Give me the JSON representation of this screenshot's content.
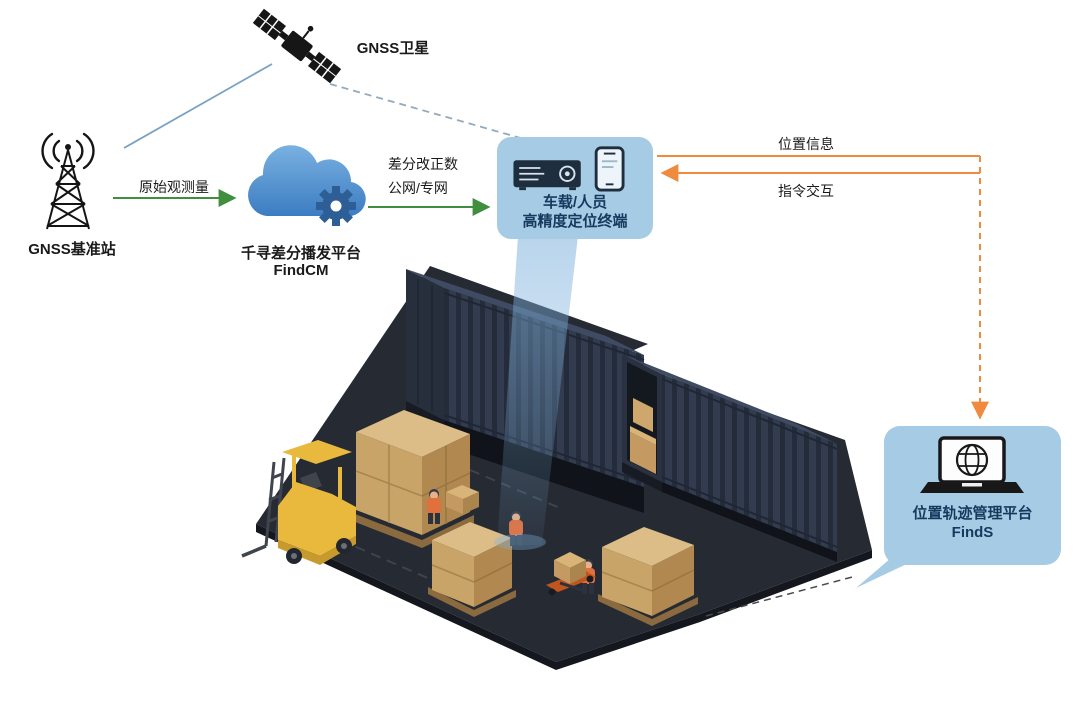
{
  "nodes": {
    "satellite": {
      "label": "GNSS卫星"
    },
    "base_station": {
      "label": "GNSS基准站"
    },
    "find_cm": {
      "line1": "千寻差分播发平台",
      "line2": "FindCM"
    },
    "terminal": {
      "line1": "车载/人员",
      "line2": "高精度定位终端"
    },
    "find_s": {
      "line1": "位置轨迹管理平台",
      "line2": "FindS"
    }
  },
  "edges": {
    "raw_observation": {
      "label": "原始观测量"
    },
    "differential_correction": {
      "line1": "差分改正数",
      "line2": "公网/专网"
    },
    "position_info": {
      "label": "位置信息"
    },
    "command_interaction": {
      "label": "指令交互"
    }
  },
  "colors": {
    "arrow_green": "#3f8f3f",
    "arrow_orange": "#ef8a3e",
    "link_blue": "#7aa2c2",
    "bubble_bg": "#a6cbe4",
    "bubble_text": "#16395e",
    "cloud_blue": "#3c7cc2",
    "gear_blue": "#2d5e95",
    "beam_blue": "#7fb2dd",
    "floor_dark": "#262a33",
    "container_navy": "#323c4e",
    "carton_tan": "#c9a468",
    "forklift_yellow": "#e9b93d",
    "vest_orange": "#e2703d",
    "icon_black": "#161616"
  }
}
